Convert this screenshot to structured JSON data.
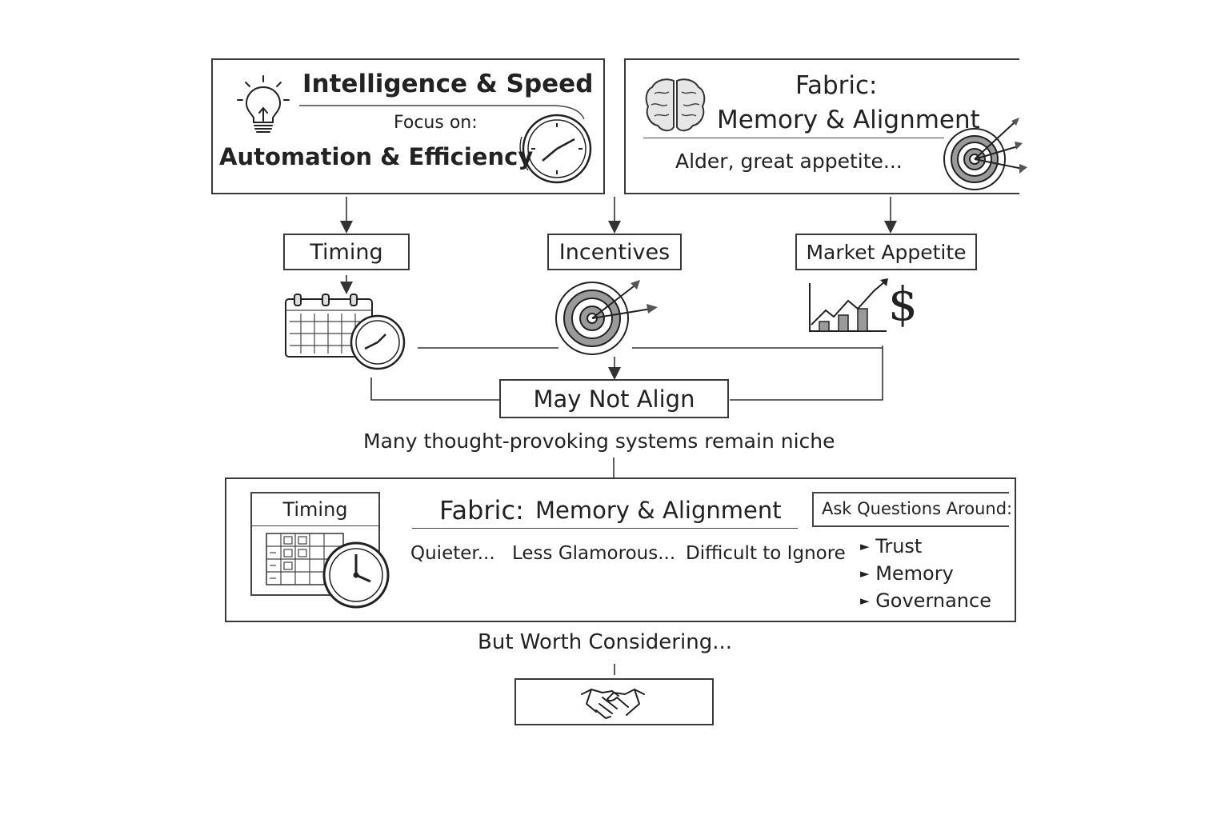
{
  "top_left": {
    "title": "Intelligence & Speed",
    "focus_label": "Focus on:",
    "focus_value": "Automation & Efficiency"
  },
  "top_right": {
    "title_line1": "Fabric:",
    "title_line2": "Memory & Alignment",
    "subtitle": "Alder, great appetite..."
  },
  "factors": {
    "timing": "Timing",
    "incentives": "Incentives",
    "market": "Market Appetite"
  },
  "merge": {
    "label": "May Not Align"
  },
  "caption_middle": "Many thought-provoking systems remain niche",
  "bottom_panel": {
    "timing_label": "Timing",
    "fabric_prefix": "Fabric:",
    "fabric_rest": "Memory & Alignment",
    "traits": [
      "Quieter...",
      "Less Glamorous...",
      "Difficult to Ignore"
    ],
    "questions_title": "Ask Questions Around:",
    "questions": [
      "Trust",
      "Memory",
      "Governance"
    ]
  },
  "caption_bottom": "But Worth Considering...",
  "icons": {
    "bulb": "lightbulb-icon",
    "clock": "clock-icon",
    "brain": "brain-icon",
    "target": "target-icon",
    "calendar": "calendar-icon",
    "chart": "growth-chart-icon",
    "dollar": "dollar-icon",
    "handshake": "handshake-icon"
  }
}
